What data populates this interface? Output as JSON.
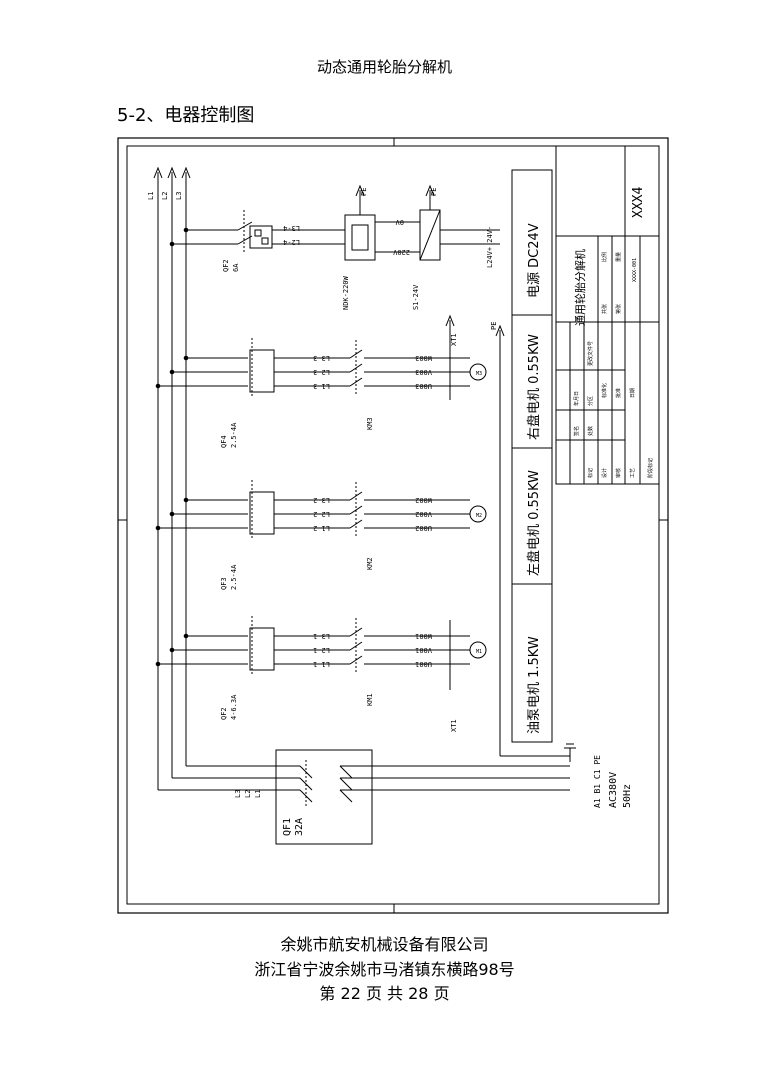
{
  "page": {
    "header": "动态通用轮胎分解机",
    "section_title": "5-2、电器控制图",
    "footer": {
      "company": "余姚市航安机械设备有限公司",
      "address": "浙江省宁波余姚市马渚镇东横路98号",
      "page_number": "第 22 页 共 28 页"
    }
  },
  "diagram": {
    "buses": [
      "L1",
      "L2",
      "L3"
    ],
    "power": {
      "breaker": "QF2",
      "rating": "6A",
      "wire_1": "L3-4",
      "wire_2": "L2-4",
      "transformer": "NDK-220W",
      "transformer_out": "220V",
      "transformer_zero": "0V",
      "psu": "S1-24V",
      "outputs": "L24V+  24V-",
      "earth_1": "PE",
      "earth_2": "PE"
    },
    "motors": [
      {
        "breaker": "QF4",
        "rating": "2.5-4A",
        "contactor": "KM3",
        "motor": "M3",
        "wires": [
          "L3-3",
          "L2-3",
          "L1-3"
        ],
        "terminals": [
          "W003",
          "V003",
          "U003"
        ]
      },
      {
        "breaker": "QF3",
        "rating": "2.5-4A",
        "contactor": "KM2",
        "motor": "M2",
        "wires": [
          "L3-2",
          "L2-2",
          "L1-2"
        ],
        "terminals": [
          "W002",
          "V002",
          "U002"
        ]
      },
      {
        "breaker": "QF2",
        "rating": "4-6.3A",
        "contactor": "KM1",
        "motor": "M1",
        "wires": [
          "L3-1",
          "L2-1",
          "L1-1"
        ],
        "terminals": [
          "W001",
          "V001",
          "U001"
        ]
      }
    ],
    "terminal_block_top": "XT1",
    "terminal_block_bottom": "XT1",
    "earth_main": "PE",
    "main_breaker": {
      "name": "QF1",
      "rating": "32A",
      "wires": [
        "L3",
        "L2",
        "L1"
      ]
    },
    "supply": {
      "phases": "A1 B1 C1 PE",
      "voltage": "AC380V",
      "frequency": "50Hz"
    },
    "label_boxes": [
      "电源  DC24V",
      "右盘电机  0.55KW",
      "左盘电机  0.55KW",
      "油泵电机  1.5KW"
    ]
  },
  "title_block": {
    "drawing_title": "通用轮胎分解机",
    "code": "XXX4",
    "small_labels": [
      "XXXX-001",
      "设计",
      "审核",
      "工艺",
      "标准化",
      "批准",
      "日期",
      "比例",
      "重量",
      "共张",
      "第张",
      "标记",
      "处数",
      "分区",
      "更改文件号",
      "签名",
      "年月日",
      "阶段标记"
    ]
  }
}
